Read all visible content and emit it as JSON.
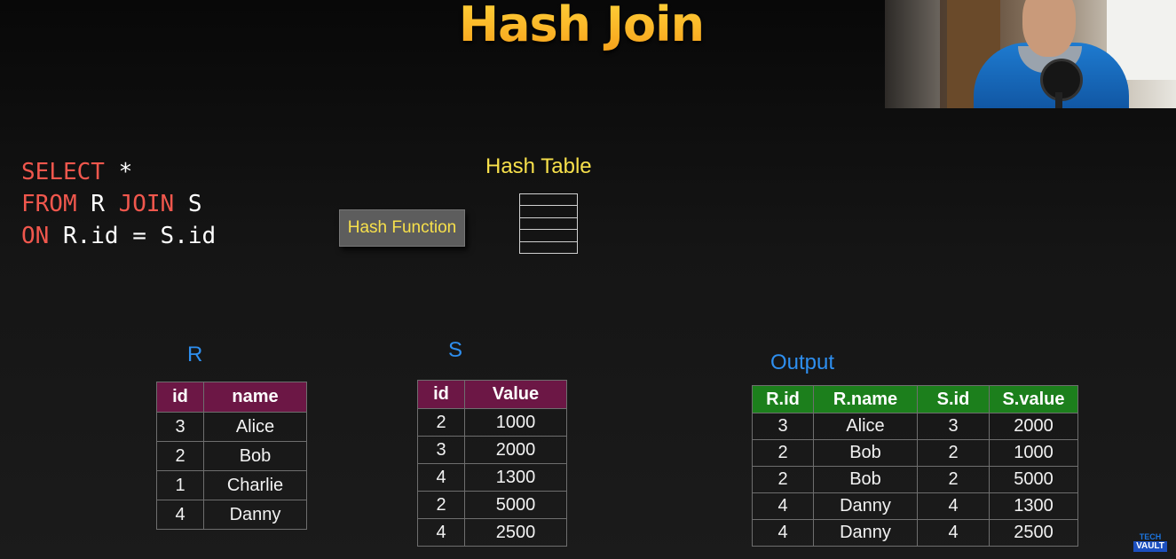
{
  "title": "Hash Join",
  "sql": {
    "line1": {
      "kw": "SELECT",
      "rest": " *"
    },
    "line2": {
      "kw1": "FROM",
      "mid": " R ",
      "kw2": "JOIN",
      "rest": " S"
    },
    "line3": {
      "kw": "ON",
      "rest": " R.id = S.id"
    }
  },
  "hash_function_label": "Hash Function",
  "hash_table_label": "Hash Table",
  "table_r": {
    "label": "R",
    "columns": [
      "id",
      "name"
    ],
    "rows": [
      [
        "3",
        "Alice"
      ],
      [
        "2",
        "Bob"
      ],
      [
        "1",
        "Charlie"
      ],
      [
        "4",
        "Danny"
      ]
    ]
  },
  "table_s": {
    "label": "S",
    "columns": [
      "id",
      "Value"
    ],
    "rows": [
      [
        "2",
        "1000"
      ],
      [
        "3",
        "2000"
      ],
      [
        "4",
        "1300"
      ],
      [
        "2",
        "5000"
      ],
      [
        "4",
        "2500"
      ]
    ]
  },
  "output": {
    "label": "Output",
    "columns": [
      "R.id",
      "R.name",
      "S.id",
      "S.value"
    ],
    "rows": [
      [
        "3",
        "Alice",
        "3",
        "2000"
      ],
      [
        "2",
        "Bob",
        "2",
        "1000"
      ],
      [
        "2",
        "Bob",
        "2",
        "5000"
      ],
      [
        "4",
        "Danny",
        "4",
        "1300"
      ],
      [
        "4",
        "Danny",
        "4",
        "2500"
      ]
    ]
  },
  "logo": {
    "line1": "TECH",
    "line2": "VAULT"
  },
  "colors": {
    "title": "#f7b52a",
    "sql_keyword": "#f0574d",
    "hash_label": "#f7e04b",
    "table_label": "#2e8ff0",
    "rs_header": "#6c1745",
    "output_header": "#1c7f1c"
  }
}
